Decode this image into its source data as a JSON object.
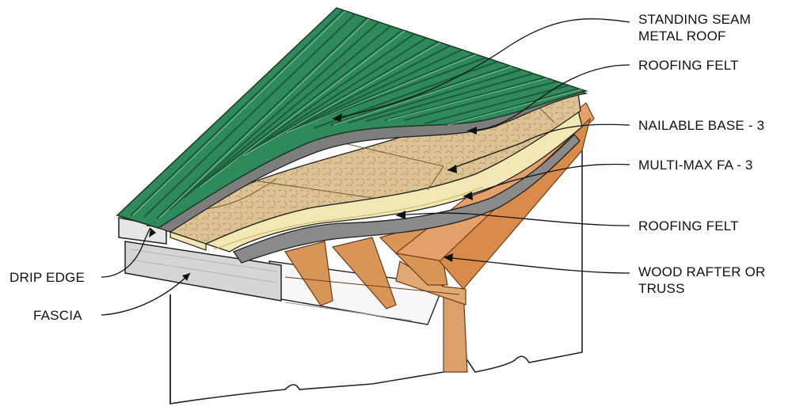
{
  "labels": {
    "standing_seam_line1": "STANDING SEAM",
    "standing_seam_line2": "METAL ROOF",
    "roofing_felt_top": "ROOFING FELT",
    "nailable_base": "NAILABLE BASE - 3",
    "multi_max": "MULTI-MAX FA - 3",
    "roofing_felt_bottom": "ROOFING FELT",
    "wood_rafter_line1": "WOOD RAFTER OR",
    "wood_rafter_line2": "TRUSS",
    "drip_edge": "DRIP EDGE",
    "fascia": "FASCIA"
  },
  "colors": {
    "metal_roof": "#2e8a5a",
    "metal_seam": "#1f5a3a",
    "roofing_felt": "#7d7d7d",
    "osb": "#d9bf8c",
    "insulation": "#f2e7b0",
    "wood": "#d98c4a",
    "fascia": "#d6d6d6"
  }
}
